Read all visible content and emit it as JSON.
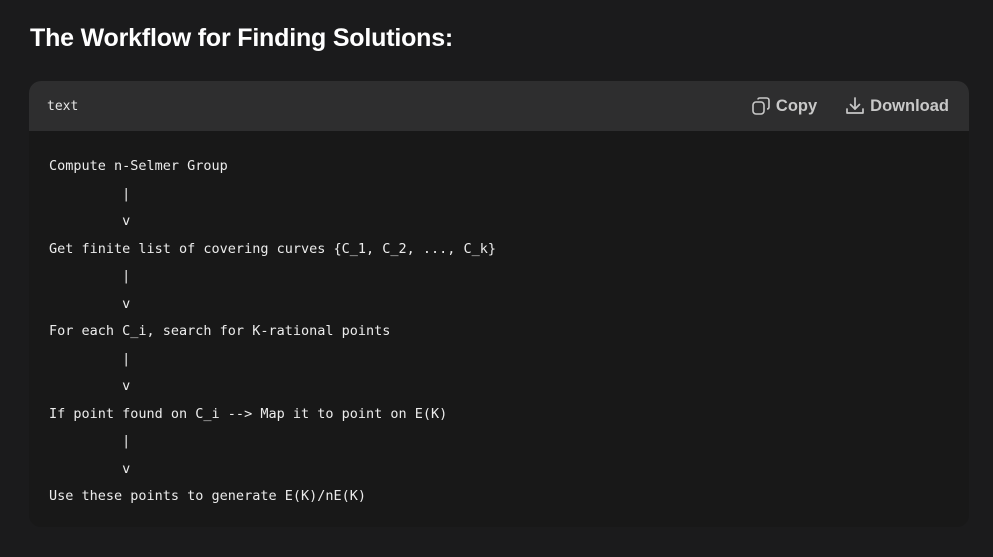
{
  "heading": "The Workflow for Finding Solutions:",
  "code_block": {
    "language": "text",
    "copy_label": "Copy",
    "download_label": "Download",
    "lines": [
      "Compute n-Selmer Group",
      "         |",
      "         v",
      "Get finite list of covering curves {C_1, C_2, ..., C_k}",
      "         |",
      "         v",
      "For each C_i, search for K-rational points",
      "         |",
      "         v",
      "If point found on C_i --> Map it to point on E(K)",
      "         |",
      "         v",
      "Use these points to generate E(K)/nE(K)"
    ]
  },
  "icons": {
    "copy": "copy-icon",
    "download": "download-icon"
  },
  "colors": {
    "page_background": "#1b1b1c",
    "code_background": "#181818",
    "code_header_background": "#2e2e2f",
    "action_text": "#c8c8c8"
  }
}
